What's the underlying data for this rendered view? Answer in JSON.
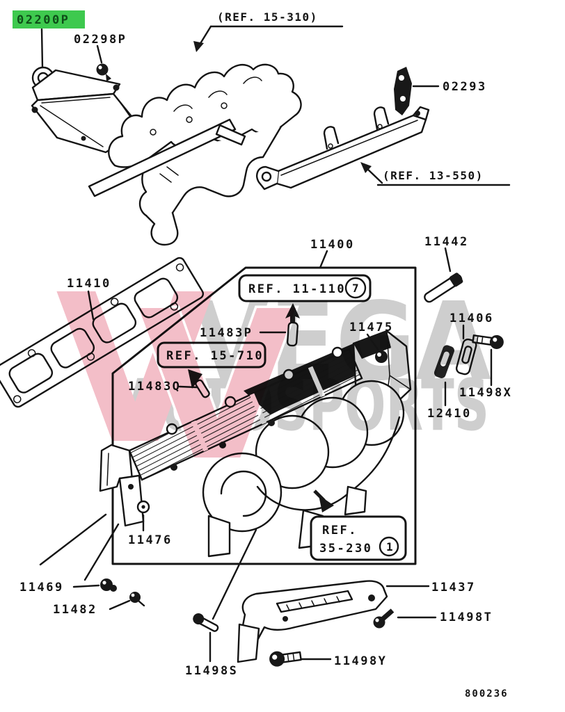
{
  "labels": {
    "02200P": "02200P",
    "02298P": "02298P",
    "02293": "02293",
    "11400": "11400",
    "11442": "11442",
    "11410": "11410",
    "11483P": "11483P",
    "11483Q": "11483Q",
    "11475": "11475",
    "11406": "11406",
    "11498X": "11498X",
    "12410": "12410",
    "11476": "11476",
    "11469": "11469",
    "11482": "11482",
    "11437": "11437",
    "11498T": "11498T",
    "11498Y": "11498Y",
    "11498S": "11498S"
  },
  "refs": {
    "r15_310": "(REF. 15-310)",
    "r13_550": "(REF. 13-550)",
    "r11_110": "REF. 11-110",
    "r11_110_num": "7",
    "r15_710": "REF. 15-710",
    "r35_230_l1": "REF.",
    "r35_230_l2": "35-230",
    "r35_230_num": "1"
  },
  "watermark": {
    "v1": "V",
    "v2": "V",
    "name": "VEGA",
    "subtitle": "AUTOSPORTS"
  },
  "footer": {
    "drawing_number": "800236"
  },
  "colors": {
    "highlight_green": "#3ec94e",
    "watermark_pink": "#f2b9c4",
    "watermark_gray": "#cacaca",
    "line": "#141414"
  }
}
